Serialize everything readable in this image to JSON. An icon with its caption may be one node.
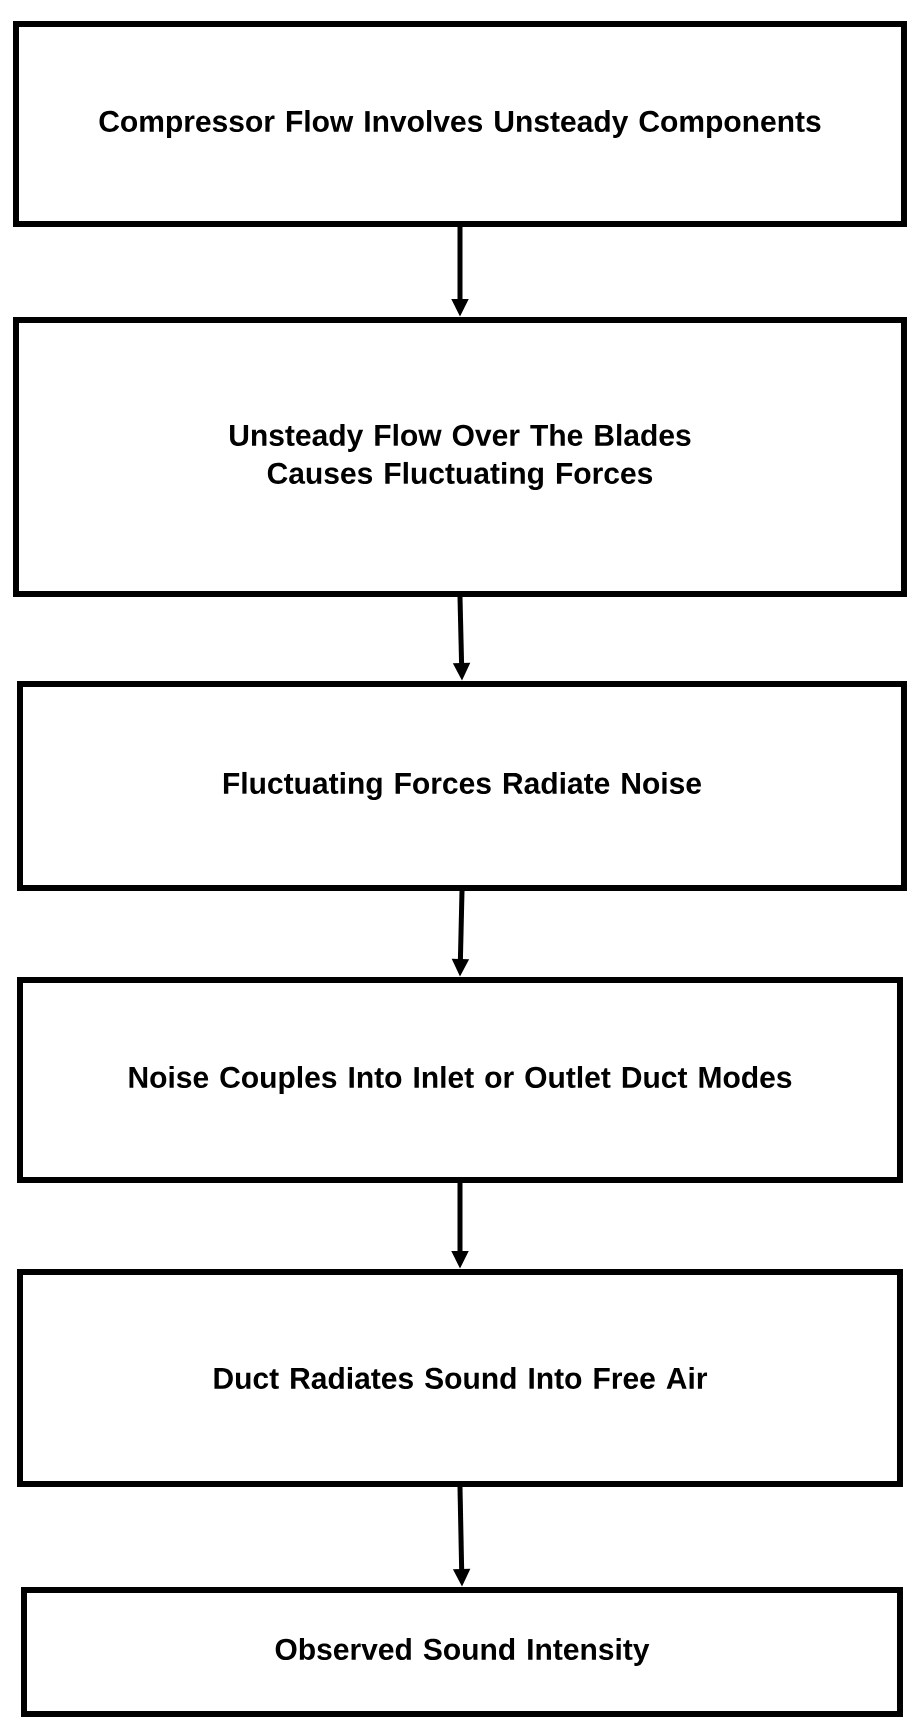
{
  "diagram": {
    "nodes": [
      {
        "text": [
          "Compressor Flow Involves Unsteady Components"
        ]
      },
      {
        "text": [
          "Unsteady Flow Over The Blades Causes Fluctuating Forces"
        ]
      },
      {
        "text": [
          "Fluctuating Forces Radiate Noise"
        ]
      },
      {
        "text": [
          "Noise Couples Into Inlet or Outlet Duct Modes"
        ]
      },
      {
        "text": [
          "Duct Radiates Sound Into Free Air"
        ]
      },
      {
        "text": [
          "Observed Sound Intensity"
        ]
      }
    ],
    "edges": [
      {
        "from": 0,
        "to": 1,
        "arrow": "to"
      },
      {
        "from": 1,
        "to": 2,
        "arrow": "to"
      },
      {
        "from": 2,
        "to": 3,
        "arrow": "to"
      },
      {
        "from": 3,
        "to": 4,
        "arrow": "to"
      },
      {
        "from": 4,
        "to": 5,
        "arrow": "to"
      }
    ]
  }
}
